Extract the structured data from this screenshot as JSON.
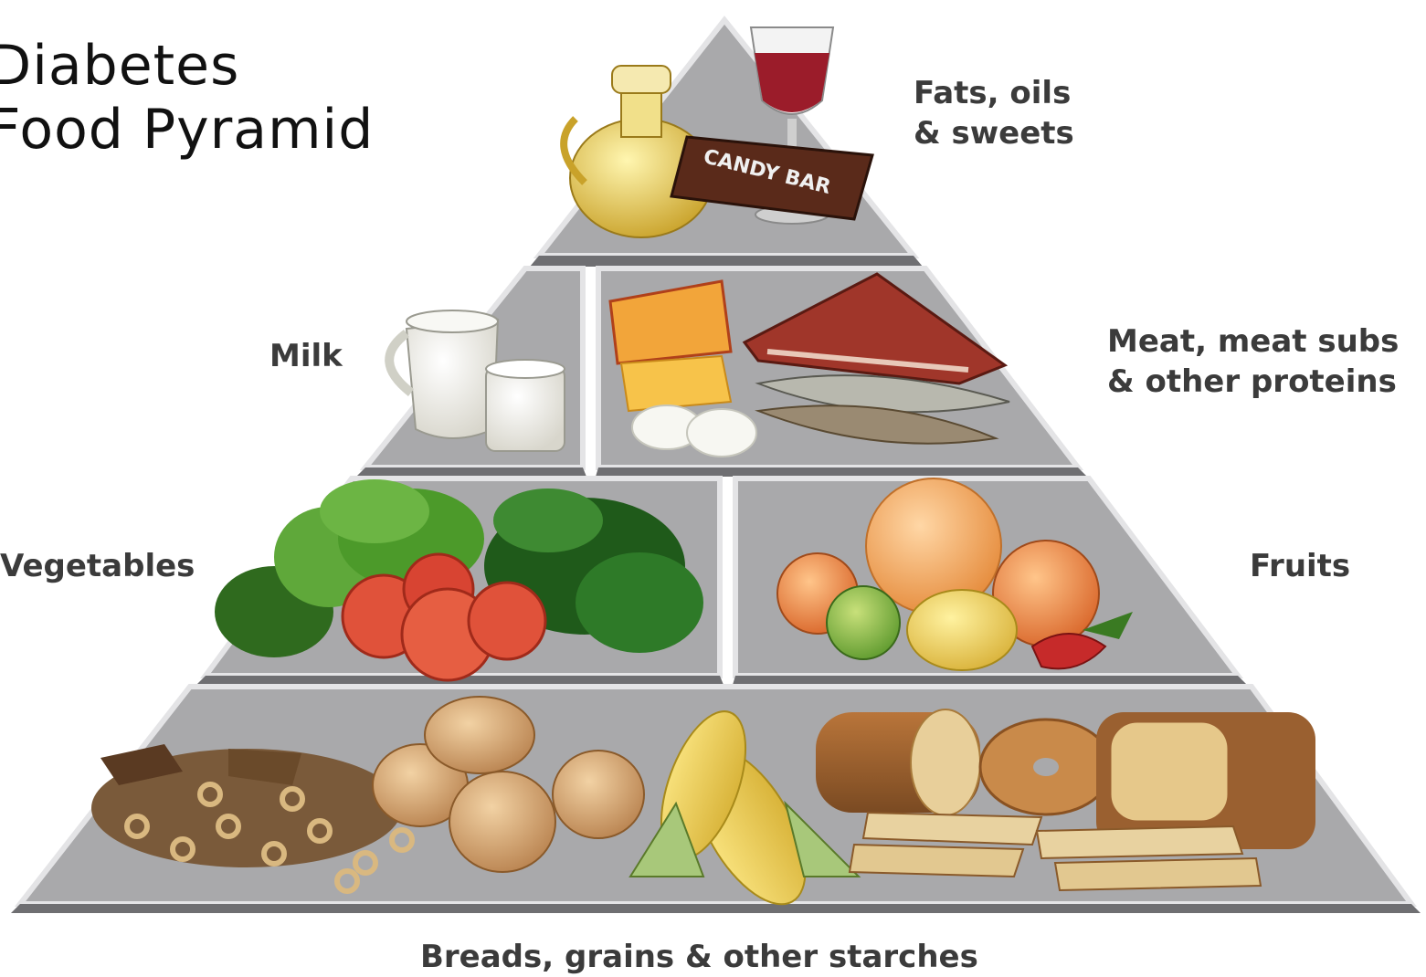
{
  "title": [
    "Diabetes",
    "Food Pyramid"
  ],
  "colors": {
    "tier_face": "#a9a9ab",
    "tier_bevel_light": "#e4e4e6",
    "tier_bevel_dark": "#6f6f72",
    "text": "#3b3b3b"
  },
  "tiers": [
    {
      "name": "fats-oils-sweets",
      "label": [
        "Fats, oils",
        "& sweets"
      ],
      "foods": [
        "oil-cruet",
        "red-wine-glass",
        "candy-bar"
      ],
      "candy_bar_text": "CANDY BAR"
    },
    {
      "name": "milk",
      "label": [
        "Milk"
      ],
      "foods": [
        "milk-pitcher",
        "milk-glass"
      ]
    },
    {
      "name": "meat-proteins",
      "label": [
        "Meat, meat subs",
        "& other proteins"
      ],
      "foods": [
        "cheese",
        "eggs",
        "steak",
        "fish"
      ]
    },
    {
      "name": "vegetables",
      "label": [
        "Vegetables"
      ],
      "foods": [
        "lettuce",
        "tomato-slices",
        "spinach"
      ]
    },
    {
      "name": "fruits",
      "label": [
        "Fruits"
      ],
      "foods": [
        "grapefruit",
        "peach",
        "apple",
        "lemon",
        "strawberry"
      ]
    },
    {
      "name": "breads-grains-starches",
      "label": [
        "Breads, grains & other starches"
      ],
      "foods": [
        "cereal",
        "potatoes",
        "corn",
        "bread-loaf",
        "bagel",
        "bread-slices"
      ]
    }
  ]
}
